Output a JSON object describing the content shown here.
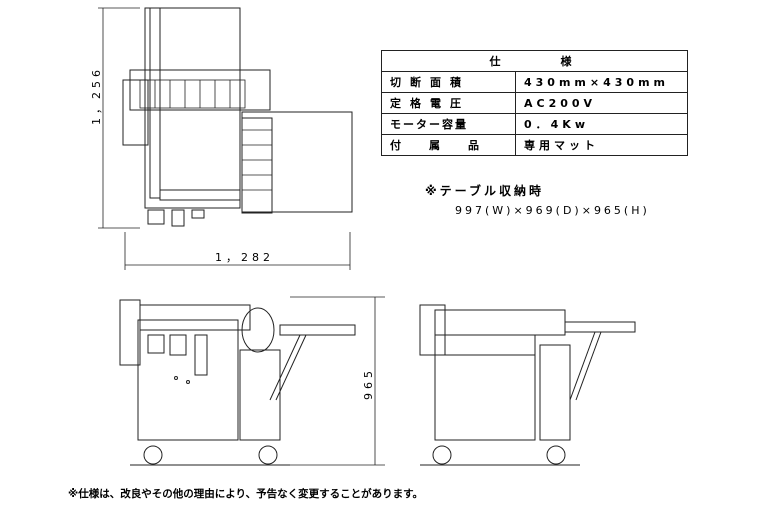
{
  "spec_table": {
    "header": "仕様",
    "rows": [
      {
        "label": "切断面積",
        "value": "430mm×430mm"
      },
      {
        "label": "定格電圧",
        "value": "AC200V"
      },
      {
        "label": "モーター容量",
        "value": "0．4Kw"
      },
      {
        "label": "付属品",
        "value": "専用マット"
      }
    ]
  },
  "storage_note": {
    "title": "※テーブル収納時",
    "dimensions": "997(W)×969(D)×965(H)"
  },
  "dimensions": {
    "top_height": "1，256",
    "top_width": "1，282",
    "front_height": "965"
  },
  "footer_note": "※仕様は、改良やその他の理由により、予告なく変更することがあります。"
}
